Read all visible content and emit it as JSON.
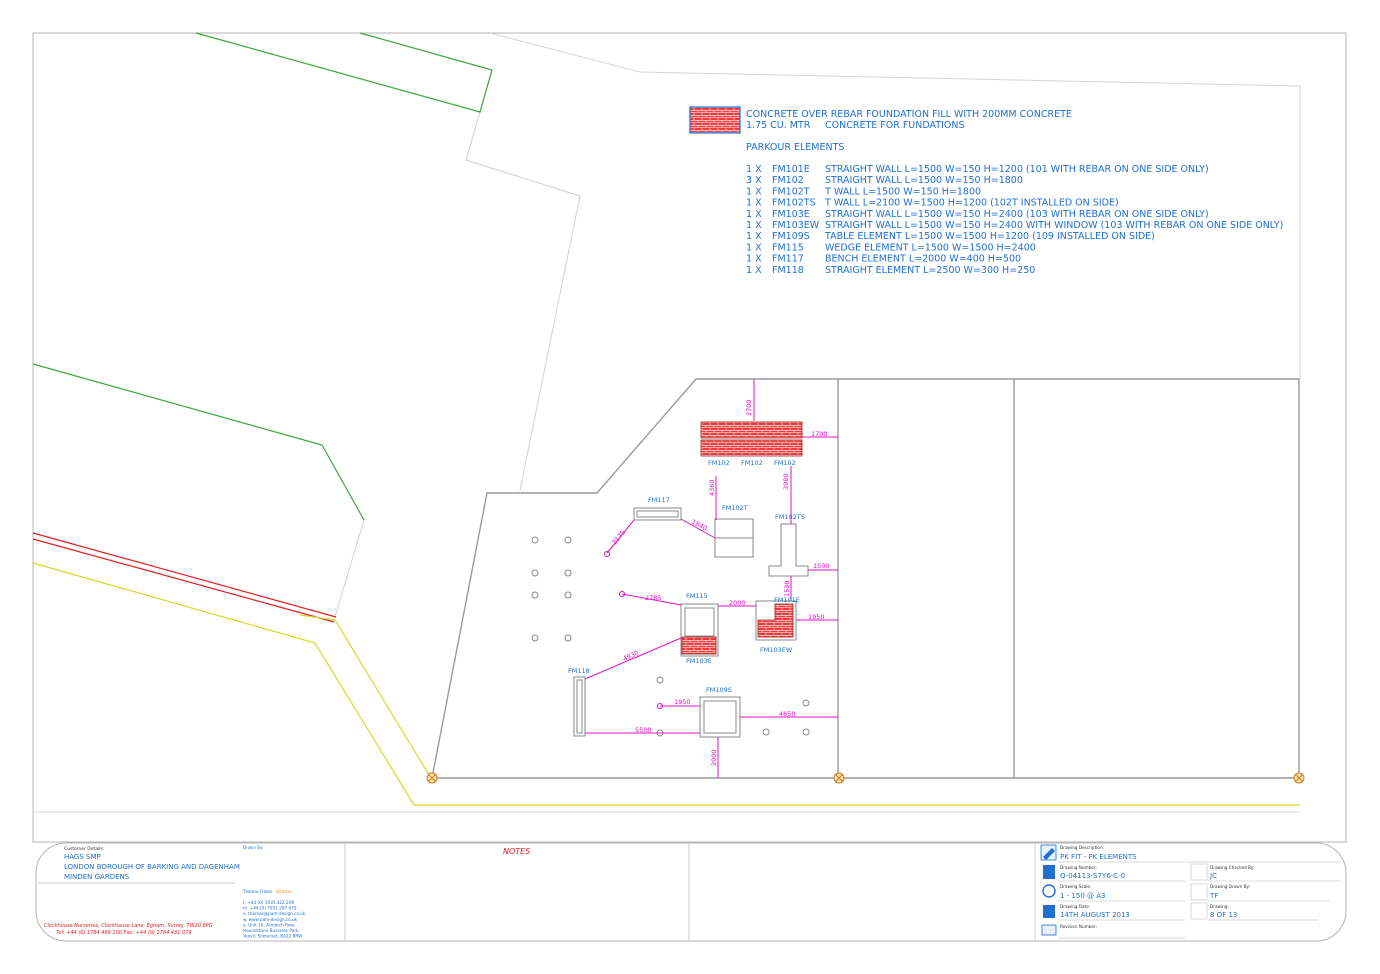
{
  "legend": {
    "line1": "CONCRETE OVER REBAR FOUNDATION FILL WITH 200MM CONCRETE",
    "line2_qty": "1.75  CU. MTR",
    "line2_text": "CONCRETE FOR FUNDATIONS",
    "heading": "PARKOUR ELEMENTS",
    "items": [
      {
        "qty": "1 X",
        "code": "FM101E",
        "desc": "STRAIGHT WALL L=1500 W=150 H=1200 (101 WITH REBAR ON ONE SIDE ONLY)"
      },
      {
        "qty": "3 X",
        "code": "FM102",
        "desc": "STRAIGHT WALL L=1500 W=150 H=1800"
      },
      {
        "qty": "1 X",
        "code": "FM102T",
        "desc": "T WALL L=1500 W=150 H=1800"
      },
      {
        "qty": "1 X",
        "code": "FM102TS",
        "desc": "T WALL L=2100 W=1500 H=1200 (102T INSTALLED ON SIDE)"
      },
      {
        "qty": "1 X",
        "code": "FM103E",
        "desc": "STRAIGHT WALL L=1500 W=150 H=2400 (103 WITH REBAR ON ONE SIDE ONLY)"
      },
      {
        "qty": "1 X",
        "code": "FM103EW",
        "desc": "STRAIGHT WALL L=1500 W=150 H=2400 WITH WINDOW (103 WITH REBAR ON ONE SIDE ONLY)"
      },
      {
        "qty": "1 X",
        "code": "FM109S",
        "desc": "TABLE ELEMENT L=1500 W=1500 H=1200 (109 INSTALLED ON SIDE)"
      },
      {
        "qty": "1 X",
        "code": "FM115",
        "desc": "WEDGE ELEMENT L=1500 W=1500 H=2400"
      },
      {
        "qty": "1 X",
        "code": "FM117",
        "desc": "BENCH ELEMENT L=2000 W=400 H=500"
      },
      {
        "qty": "1 X",
        "code": "FM118",
        "desc": "STRAIGHT ELEMENT L=2500 W=300 H=250"
      }
    ]
  },
  "plan": {
    "labels": {
      "fm102_a": "FM102",
      "fm102_b": "FM102",
      "fm102_c": "FM102",
      "fm117": "FM117",
      "fm102t": "FM102T",
      "fm102ts": "FM102TS",
      "fm115": "FM115",
      "fm103e": "FM103E",
      "fm101e": "FM101E",
      "fm103ew": "FM103EW",
      "fm118": "FM118",
      "fm109s": "FM109S"
    },
    "dims": {
      "d2700": "2700",
      "d1700": "1700",
      "d4360": "4360",
      "d3980": "3980",
      "d2175": "2175",
      "d1840": "1840",
      "d1500": "1500",
      "d2785": "2785",
      "d2000a": "2000",
      "d1530": "1530",
      "d1950a": "1950",
      "d4930": "4930",
      "d1950b": "1950",
      "d4650": "4650",
      "d5500": "5500",
      "d2000b": "2000"
    }
  },
  "title_block": {
    "customer_caption": "Customer Details:",
    "customer_1": "HAGS SMP",
    "customer_2": "LONDON BOROUGH OF BARKING AND DAGENHAM",
    "customer_3": "MINDEN GARDENS",
    "address_1": "Clockhouse Nurseries, Clockhouse Lane, Egham, Surrey, TW20 8PG",
    "address_2": "Tel: +44 (0) 1784 489 100      Fax: +44 (0) 1784 431 079",
    "drawn_by_caption": "Drawn By:",
    "designer_name": "Thomas Fraker",
    "designer_role": "Director",
    "contact_lines": [
      "t.   +44 (0) 1935 422 208",
      "m.  +44 (0) 7931 287 675",
      "e.   thomas@pam-design.co.uk",
      "w.  www.pam-design.co.uk",
      "a.   Unit 10, Armtech Row,",
      "      Houndstone Business Park,",
      "      Yeovil, Somerset, BA22 8RW"
    ],
    "notes_title": "NOTES",
    "description_caption": "Drawing Description:",
    "description": "PK FIT - PK ELEMENTS",
    "number_caption": "Drawing Number:",
    "number": "Q-04113-S7Y6-C-0",
    "scale_caption": "Drawing Scale:",
    "scale": "1 - 150 @ A3",
    "date_caption": "Drawing Date:",
    "date": "14TH AUGUST 2013",
    "revision_caption": "Revision Number:",
    "checked_caption": "Drawing Checked By:",
    "checked": "JC",
    "drawn_caption": "Drawing Drawn By:",
    "drawn": "TF",
    "sheet_caption": "Drawing:",
    "sheet": "8 OF 13"
  },
  "colors": {
    "text_blue": "#1f6fd1",
    "dimension_magenta": "#e010c8",
    "rebar_red": "#e03030",
    "boundary_green": "#3aa83a",
    "boundary_yellow": "#d8d82a",
    "notes_red": "#e02020"
  }
}
